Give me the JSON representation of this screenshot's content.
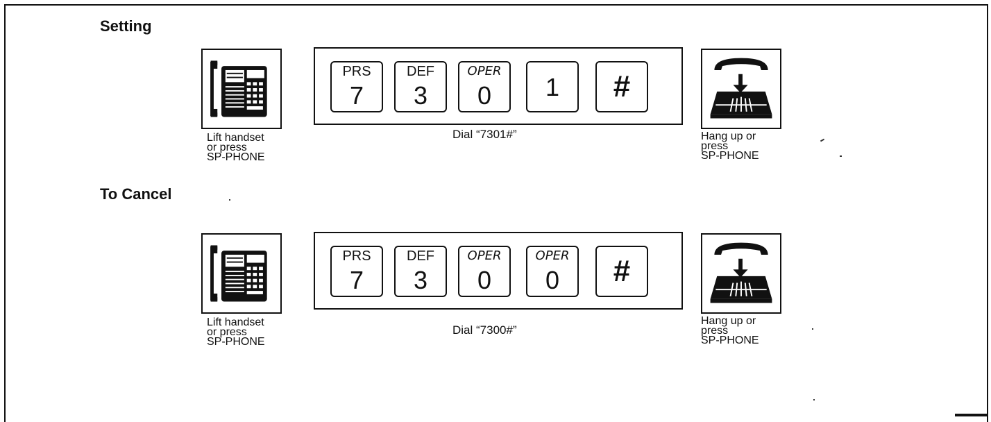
{
  "sections": [
    {
      "heading": "Setting",
      "left_caption": "Lift handset\nor press\nSP-PHONE",
      "keys": [
        {
          "letters": "PRS",
          "digit": "7"
        },
        {
          "letters": "DEF",
          "digit": "3"
        },
        {
          "letters": "OPER",
          "digit": "0"
        },
        {
          "letters": "",
          "digit": "1"
        },
        {
          "letters": "",
          "digit": "#"
        }
      ],
      "dial_caption": "Dial “7301#”",
      "right_caption": "Hang up or\npress\nSP-PHONE"
    },
    {
      "heading": "To Cancel",
      "left_caption": "Lift handset\nor press\nSP-PHONE",
      "keys": [
        {
          "letters": "PRS",
          "digit": "7"
        },
        {
          "letters": "DEF",
          "digit": "3"
        },
        {
          "letters": "OPER",
          "digit": "0"
        },
        {
          "letters": "OPER",
          "digit": "0"
        },
        {
          "letters": "",
          "digit": "#"
        }
      ],
      "dial_caption": "Dial “7300#”",
      "right_caption": "Hang up or\npress\nSP-PHONE"
    }
  ],
  "icons": {
    "left": "phone-handset-icon",
    "right": "hang-up-icon"
  }
}
